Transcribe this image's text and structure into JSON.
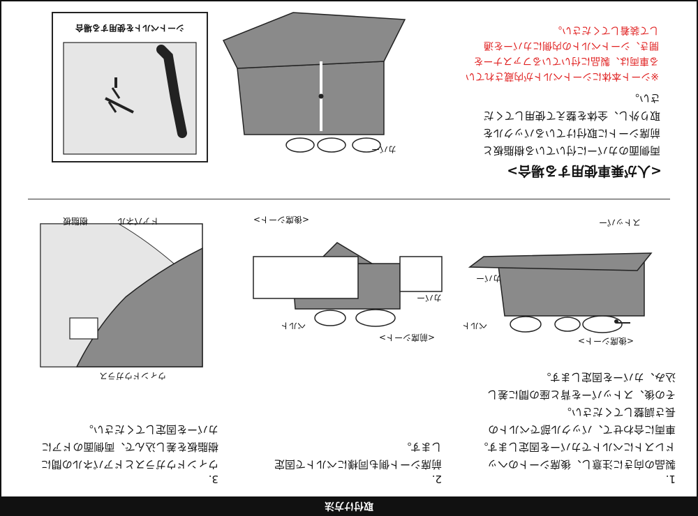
{
  "header": {
    "title": "取付け方法"
  },
  "steps": [
    {
      "number": "1.",
      "lines": [
        "製品の向きに注意し、後席シートのヘッ",
        "ドレストにベルトでカバーを固定します。",
        "車両に合わせて、バックル部でベルトの",
        "長さ調整してください。",
        "その後、ストッパーを背と座の間に差し",
        "込み、カバーを固定します。"
      ]
    },
    {
      "number": "2.",
      "lines": [
        "前席シート側も同様にベルトで固定",
        "します。"
      ]
    },
    {
      "number": "3.",
      "lines": [
        "ウィンドウガラスとドアパネルの間に",
        "樹脂板を差し込んで、両側面のドアに",
        "カバーを固定してください。"
      ]
    }
  ],
  "figure_labels": {
    "fig1_top": "<後席シート>",
    "fig1_cover": "カバー",
    "fig1_belt": "ベルト",
    "fig1_stopper": "ストッパー",
    "fig2_front": "<前席シート>",
    "fig2_rear": "<後席シート>",
    "fig2_cover": "カバー",
    "fig2_belt": "ベルト",
    "fig3_window": "ウィンドウガラス",
    "fig3_door": "ドアパネル",
    "fig3_resin": "樹脂板",
    "fig4_cover": "カバー",
    "inset_caption": "シートベルトを使用する場合"
  },
  "section": {
    "heading": "<人が乗車使用する場合>",
    "lines": [
      "両側面のカバーに付いている樹脂板と",
      "前席シートに取付けているバックルを",
      "取り外し、全体を整えて使用してくだ",
      "さい。"
    ],
    "note_lines": [
      "※シート本体にシートベルトが内蔵されてい",
      "る車両は、製品に付いているファスナーを",
      "開き、シートベルトの内側にカバーを通",
      "して装着してください。"
    ]
  },
  "colors": {
    "cover_gray": "#8a8a8a",
    "light_gray": "#dcdcdc",
    "note_red": "#e02020"
  }
}
